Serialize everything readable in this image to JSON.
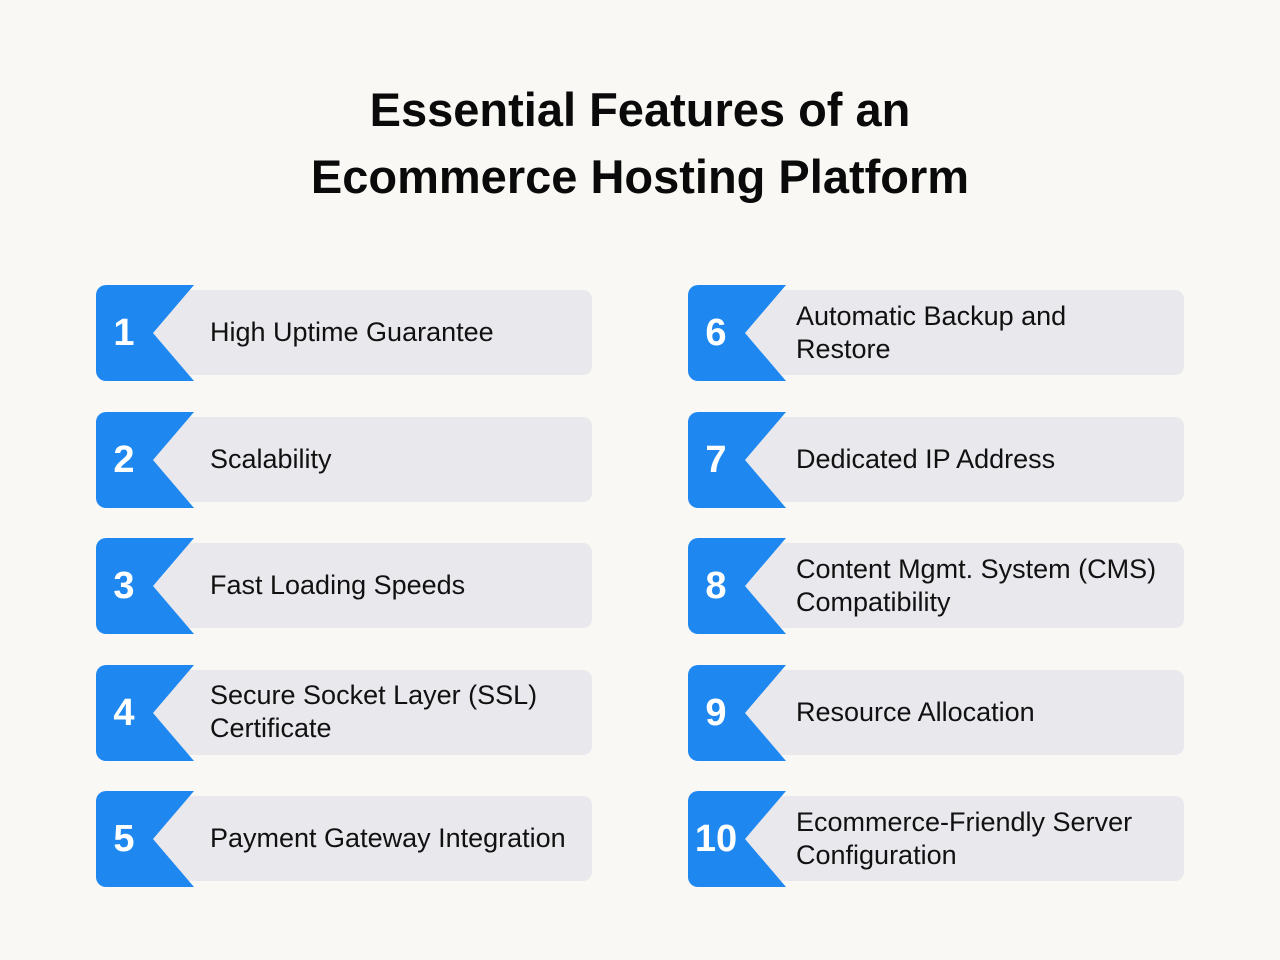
{
  "title_line1": "Essential Features of an",
  "title_line2": "Ecommerce Hosting Platform",
  "accent_color": "#1e88f0",
  "items": [
    {
      "num": "1",
      "label": "High Uptime Guarantee"
    },
    {
      "num": "2",
      "label": "Scalability"
    },
    {
      "num": "3",
      "label": "Fast Loading Speeds"
    },
    {
      "num": "4",
      "label": "Secure Socket Layer (SSL) Certificate"
    },
    {
      "num": "5",
      "label": "Payment Gateway Integration"
    },
    {
      "num": "6",
      "label": "Automatic Backup and Restore"
    },
    {
      "num": "7",
      "label": "Dedicated IP Address"
    },
    {
      "num": "8",
      "label": "Content Mgmt. System (CMS) Compatibility"
    },
    {
      "num": "9",
      "label": "Resource Allocation"
    },
    {
      "num": "10",
      "label": "Ecommerce-Friendly Server Configuration"
    }
  ]
}
